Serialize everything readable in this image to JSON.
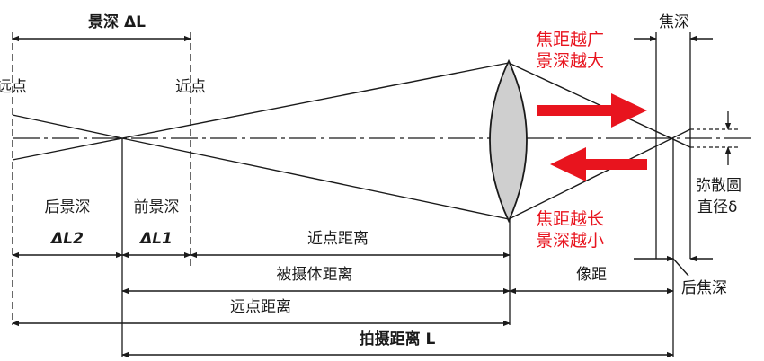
{
  "labels": {
    "depth_of_field": "景深 ΔL",
    "far_point": "远点",
    "near_point": "近点",
    "focal_depth": "焦深",
    "focus_wider_1": "焦距越广",
    "focus_wider_2": "景深越大",
    "focus_longer_1": "焦距越长",
    "focus_longer_2": "景深越小",
    "rear_dof": "后景深",
    "front_dof": "前景深",
    "rear_dof_symbol": "ΔL2",
    "front_dof_symbol": "ΔL1",
    "near_point_distance": "近点距离",
    "object_distance": "被摄体距离",
    "far_point_distance": "远点距离",
    "shooting_distance": "拍摄距离 L",
    "image_distance": "像距",
    "rear_focal_depth": "后焦深",
    "circle_of_confusion_1": "弥散圆",
    "circle_of_confusion_2": "直径δ"
  },
  "colors": {
    "line": "#1a1a1a",
    "arrow_red": "#e8141e",
    "lens_fill": "#cfcfcf"
  }
}
